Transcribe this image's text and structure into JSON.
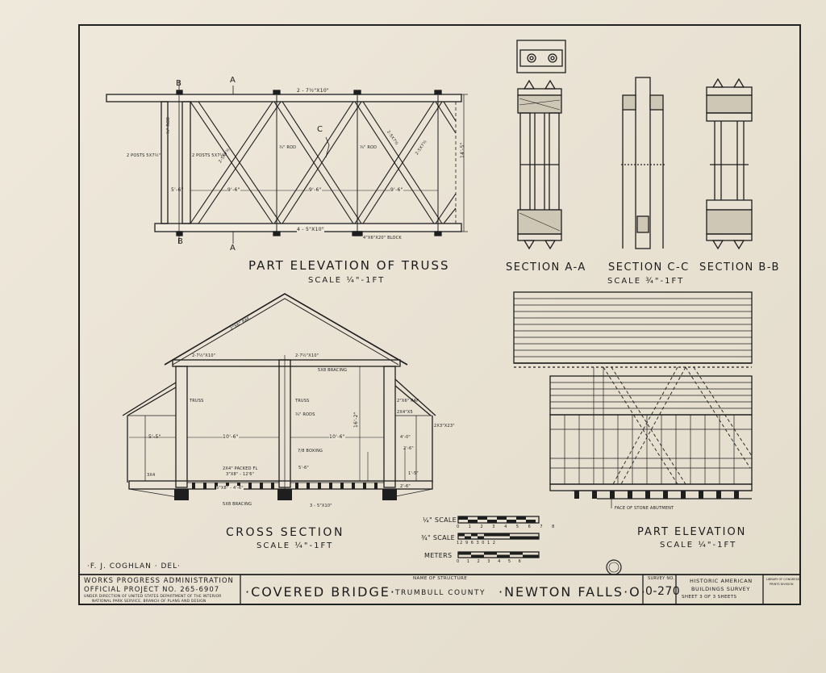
{
  "drawings": {
    "truss_elevation": {
      "title": "Part Elevation Of Truss",
      "scale": "Scale ¼\"-1Ft",
      "labels": {
        "top_chord": "2 - 7½\"x10\"",
        "bottom_chord": "4 - 5\"x10\"",
        "height": "14'-5\"",
        "panel": "9'-6\"",
        "end_panel": "5'-6\"",
        "rod": "¾\" Rod",
        "rod_center": "¾\" Rod",
        "posts_left": "2 Posts 5x7½\"",
        "posts_right": "2 Posts 5x7½\"",
        "block": "4\"x6\"x20\" Block",
        "diag": "2-5x7½",
        "section_a": "A",
        "section_b": "B",
        "section_c": "C"
      }
    },
    "sections": {
      "aa": "Section A-A",
      "cc": "Section C-C",
      "bb": "Section B-B",
      "scale": "Scale ¾\"-1Ft"
    },
    "cross_section": {
      "title": "Cross Section",
      "scale": "Scale ¼\"-1Ft",
      "labels": {
        "roof": "2\"x6\" Raf.",
        "tie_left": "2-7½\"x10\"",
        "tie_right": "2-7½\"x10\"",
        "bracing": "5x8 Bracing",
        "truss_left": "Truss",
        "truss_center": "Truss",
        "rods": "¾\" Rods",
        "boxing": "7/8 Boxing",
        "span_left": "10'-6\"",
        "span_right": "10'-6\"",
        "side_left": "5'-5\"",
        "height": "16'-2\"",
        "floor": "2x4\" Packed Fl",
        "joists": "3\"x8\" - 12'6\"",
        "beam": "5\"x8\" - 4'-6\"",
        "bottom_bracing": "5x8 Bracing",
        "bottom_chord": "3 - 5\"x10\"",
        "post_height": "4'-0\"",
        "r1": "2\"x6\" Raf",
        "r2": "2x4\"x5",
        "r3": "2x3\"x23\"",
        "d1": "2'-6\"",
        "d2": "5'-6\"",
        "d3": "1'-5\"",
        "d4": "3x4",
        "d5": "2'-6\""
      }
    },
    "part_elevation": {
      "title": "Part Elevation",
      "scale": "Scale ¼\"-1Ft",
      "note": "Face Of Stone Abutment"
    },
    "scales": {
      "quarter": "¼\" Scale",
      "quarter_ticks": "0 1 2 3 4 5 6 7 8",
      "three_quarter": "¾\" Scale",
      "three_quarter_ticks": "12 9 6 3 0      1      2",
      "meters": "Meters",
      "meters_ticks": "0  1  2  3  4  5  6"
    },
    "delineator": "·F. J. Coghlan · Del·"
  },
  "title_block": {
    "agency_line1": "Works Progress Administration",
    "agency_line2": "Official Project No. 265-6907",
    "agency_line3": "Under Direction of United States Department of the Interior",
    "agency_line4": "National Park Service, Branch of Plans and Design",
    "name_label": "Name of Structure",
    "structure": "·Covered Bridge·",
    "county": "Trumbull County",
    "town": "·Newton Falls·O·",
    "survey_label": "Survey No.",
    "survey_no": "0-270",
    "habs1": "Historic American",
    "habs2": "Buildings Survey",
    "sheet": "Sheet 3 of 3 Sheets",
    "loc1": "Library of Congress",
    "loc2": "Prints Division"
  }
}
